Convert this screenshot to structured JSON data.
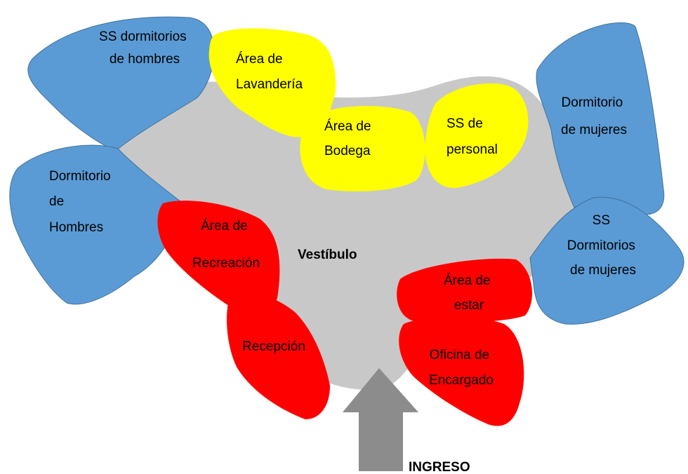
{
  "colors": {
    "blue": "#5b9bd5",
    "blue_stroke": "#41719c",
    "yellow": "#ffff00",
    "red": "#ff0000",
    "gray": "#c8c8c8",
    "arrow": "#8c8c8c"
  },
  "zones": {
    "ss_dorm_hombres": [
      "SS dormitorios",
      "de hombres"
    ],
    "dorm_hombres": [
      "Dormitorio",
      "de",
      "Hombres"
    ],
    "lavanderia": [
      "Área de",
      "Lavandería"
    ],
    "bodega": [
      "Área de",
      "Bodega"
    ],
    "ss_personal": [
      "SS de",
      "personal"
    ],
    "dorm_mujeres": [
      "Dormitorio",
      "de mujeres"
    ],
    "ss_dorm_mujeres": [
      "SS",
      "Dormitorios",
      "de mujeres"
    ],
    "recreacion": [
      "Área de",
      "Recreación"
    ],
    "recepcion": [
      "Recepción"
    ],
    "estar": [
      "Área de",
      "estar"
    ],
    "oficina": [
      "Oficina de",
      "Encargado"
    ],
    "vestibulo": "Vestíbulo"
  },
  "entrance": {
    "label": "INGRESO"
  }
}
